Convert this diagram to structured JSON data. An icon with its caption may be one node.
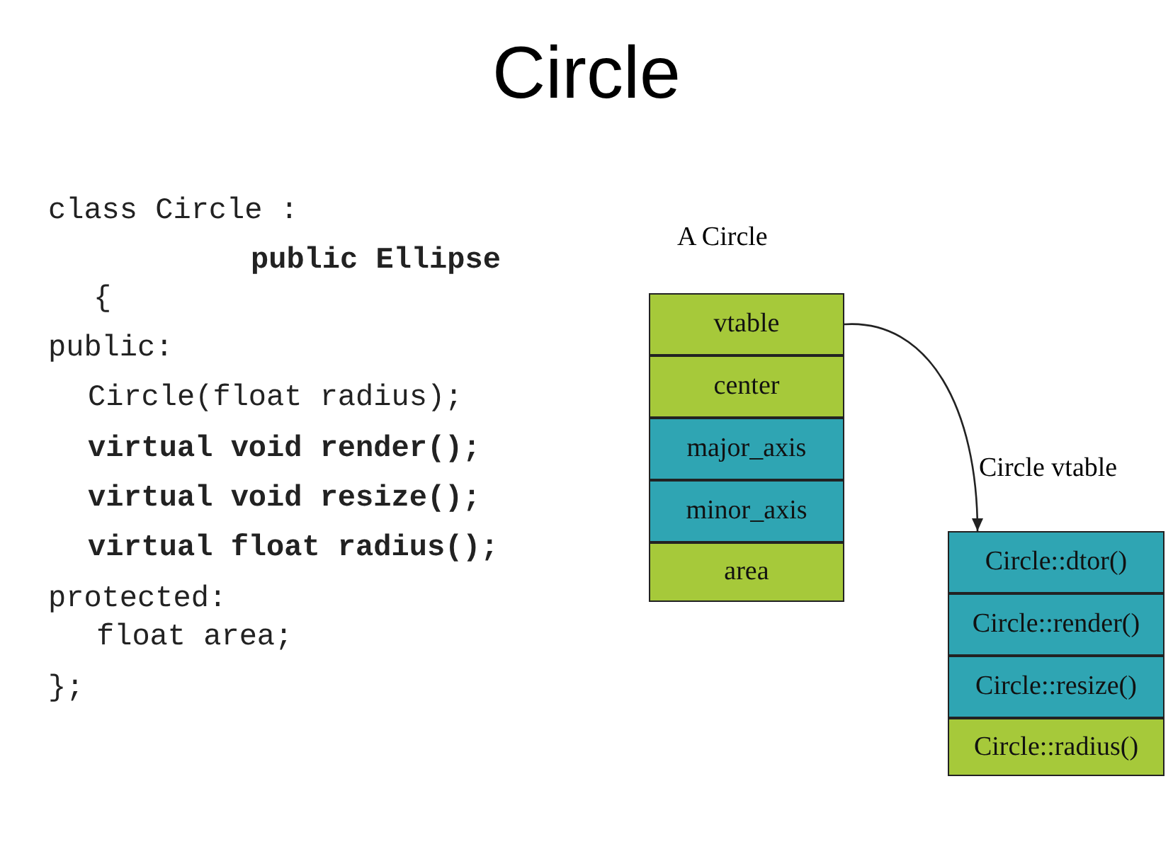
{
  "diagram": {
    "title": "Circle",
    "nodes": [
      {
        "text": [
          "vtable"
        ]
      },
      {
        "text": [
          "center"
        ]
      },
      {
        "text": [
          "major_axis"
        ]
      },
      {
        "text": [
          "minor_axis"
        ]
      },
      {
        "text": [
          "area"
        ]
      },
      {
        "text": [
          "Circle::dtor()"
        ]
      },
      {
        "text": [
          "Circle::render()"
        ]
      },
      {
        "text": [
          "Circle::resize()"
        ]
      },
      {
        "text": [
          "Circle::radius()"
        ]
      }
    ],
    "edges": [
      {
        "from": 0,
        "to": 5,
        "arrow": "to"
      }
    ],
    "labels": [
      "class Circle :",
      "public Ellipse",
      "{",
      "public:",
      "Circle(float radius);",
      "virtual void render();",
      "virtual void resize();",
      "virtual float radius();",
      "protected:",
      "float area;",
      "};",
      "A Circle",
      "Circle vtable"
    ]
  }
}
